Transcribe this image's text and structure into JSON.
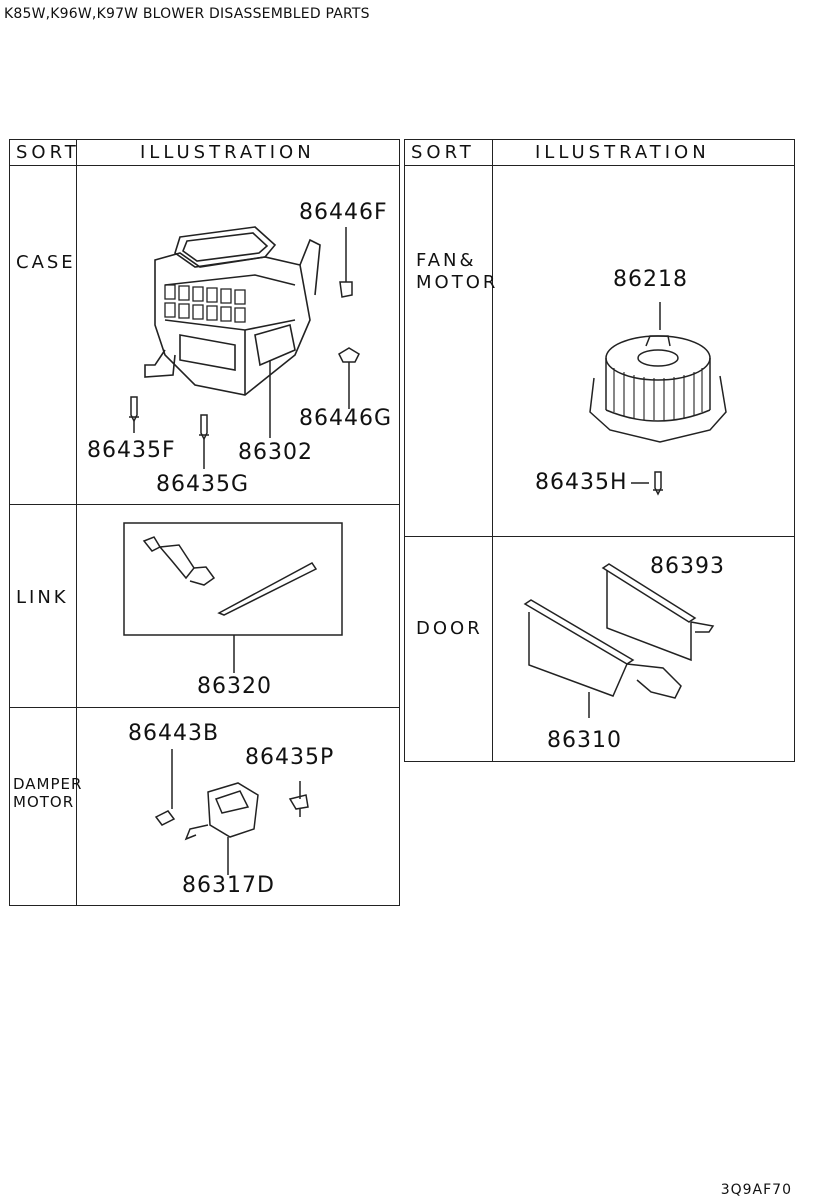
{
  "title": "K85W,K96W,K97W BLOWER DISASSEMBLED PARTS",
  "table_header": {
    "sort": "SORT",
    "illustration": "ILLUSTRATION"
  },
  "left": {
    "case": {
      "sort": "CASE",
      "parts": [
        "86446F",
        "86446G",
        "86435F",
        "86302",
        "86435G"
      ]
    },
    "link": {
      "sort": "LINK",
      "parts": [
        "86320"
      ]
    },
    "damper": {
      "sort": "DAMPER\nMOTOR",
      "parts": [
        "86443B",
        "86435P",
        "86317D"
      ]
    }
  },
  "right": {
    "fan": {
      "sort": "FAN&\nMOTOR",
      "parts": [
        "86218",
        "86435H"
      ]
    },
    "door": {
      "sort": "DOOR",
      "parts": [
        "86393",
        "86310"
      ]
    }
  },
  "page_code": "3Q9AF70",
  "colors": {
    "ink": "#222222",
    "paper": "#ffffff"
  }
}
